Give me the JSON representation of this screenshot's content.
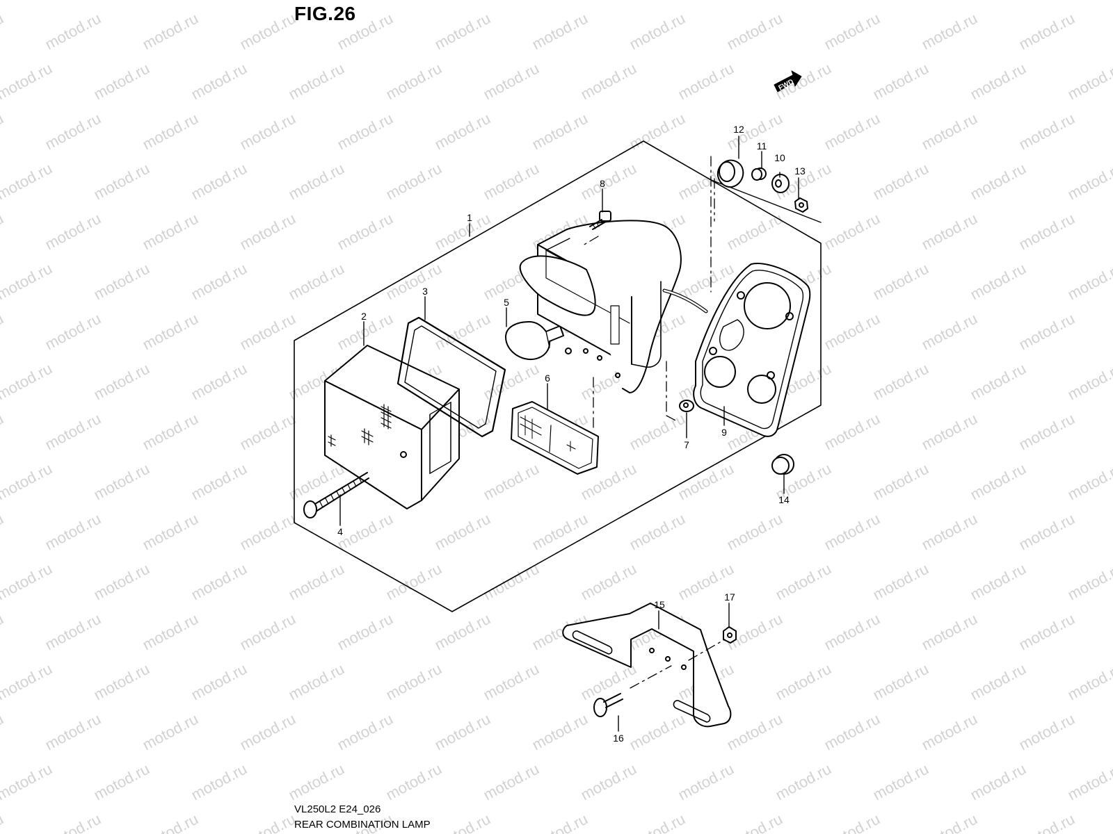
{
  "figure": {
    "title": "FIG.26",
    "code": "VL250L2 E24_026",
    "name": "REAR COMBINATION LAMP",
    "direction_badge": "FWD",
    "watermark": "motod.ru"
  },
  "callouts": [
    {
      "id": "c1",
      "label": "1"
    },
    {
      "id": "c2",
      "label": "2"
    },
    {
      "id": "c3",
      "label": "3"
    },
    {
      "id": "c4",
      "label": "4"
    },
    {
      "id": "c5",
      "label": "5"
    },
    {
      "id": "c6",
      "label": "6"
    },
    {
      "id": "c7",
      "label": "7"
    },
    {
      "id": "c8",
      "label": "8"
    },
    {
      "id": "c9",
      "label": "9"
    },
    {
      "id": "c10",
      "label": "10"
    },
    {
      "id": "c11",
      "label": "11"
    },
    {
      "id": "c12",
      "label": "12"
    },
    {
      "id": "c13",
      "label": "13"
    },
    {
      "id": "c14",
      "label": "14"
    },
    {
      "id": "c15",
      "label": "15"
    },
    {
      "id": "c16",
      "label": "16"
    },
    {
      "id": "c17",
      "label": "17"
    }
  ]
}
